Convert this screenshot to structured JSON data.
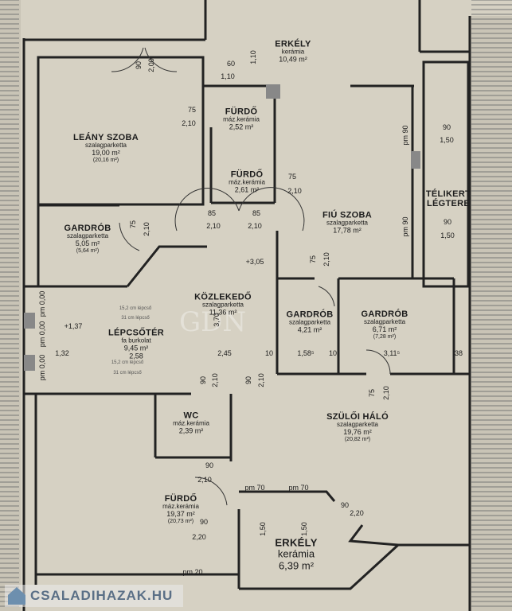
{
  "rooms": {
    "erkely_top": {
      "name": "ERKÉLY",
      "floor": "kerámia",
      "area": "10,49 m²"
    },
    "leany_szoba": {
      "name": "LEÁNY SZOBA",
      "floor": "szalagparketta",
      "area": "19,00 m²",
      "gross": "(20,16 m²)"
    },
    "furdo_1": {
      "name": "FÜRDŐ",
      "floor": "máz.kerámia",
      "area": "2,52 m²"
    },
    "furdo_2": {
      "name": "FÜRDŐ",
      "floor": "máz.kerámia",
      "area": "2,61 m²"
    },
    "gardrob_1": {
      "name": "GARDRÓB",
      "floor": "szalagparketta",
      "area": "5,05 m²",
      "gross": "(5,64 m²)"
    },
    "fiu_szoba": {
      "name": "FIÚ SZOBA",
      "floor": "szalagparketta",
      "area": "17,78 m²"
    },
    "telikert": {
      "name": "TÉLIKERT",
      "name2": "LÉGTERE"
    },
    "kozlekedo": {
      "name": "KÖZLEKEDŐ",
      "floor": "szalagparketta",
      "area": "11,36 m²"
    },
    "lepcsoter": {
      "name": "LÉPCSŐTÉR",
      "floor": "fa burkolat",
      "area": "9,45 m²",
      "extra": "2,58"
    },
    "gardrob_2": {
      "name": "GARDRÓB",
      "floor": "szalagparketta",
      "area": "4,21 m²"
    },
    "gardrob_3": {
      "name": "GARDRÓB",
      "floor": "szalagparketta",
      "area": "6,71 m²",
      "gross": "(7,28 m²)"
    },
    "szuloi_halo": {
      "name": "SZÜLŐI HÁLÓ",
      "floor": "szalagparketta",
      "area": "19,76 m²",
      "gross": "(20,82 m²)"
    },
    "wc": {
      "name": "WC",
      "floor": "máz.kerámia",
      "area": "2,39 m²"
    },
    "furdo_3": {
      "name": "FÜRDŐ",
      "floor": "máz.kerámia",
      "area": "19,37 m²",
      "gross": "(20,73 m²)"
    },
    "erkely_bottom": {
      "name": "ERKÉLY",
      "floor": "kerámia",
      "area": "6,39 m²"
    }
  },
  "notes": {
    "stairs_a": "15,2 cm lépcső",
    "stairs_b": "31 cm lépcső",
    "stairs_c": "15,2 cm lépcső",
    "stairs_d": "31 cm lépcső"
  },
  "dimensions": [
    "90",
    "2,00",
    "60",
    "1,10",
    "1,10",
    "75",
    "2,10",
    "75",
    "2,10",
    "85",
    "2,10",
    "85",
    "2,10",
    "75",
    "2,10",
    "90",
    "1,50",
    "90",
    "1,50",
    "+3,05",
    "75",
    "2,10",
    "+1,37",
    "1,32",
    "2,45",
    "10",
    "1,58⁵",
    "10",
    "3,11⁵",
    "38",
    "75",
    "2,10",
    "90",
    "2,10",
    "90",
    "2,10",
    "90",
    "2,10",
    "90",
    "2,20",
    "pm 70",
    "pm 70",
    "90",
    "2,20",
    "pm 20",
    "pm 0,00",
    "pm 0,00",
    "pm 0,00",
    "pm 90",
    "pm 90",
    "1,50",
    "1,50",
    "3,70"
  ],
  "watermark": "CSALADIHAZAK.HU",
  "watermark_center": "GDN"
}
